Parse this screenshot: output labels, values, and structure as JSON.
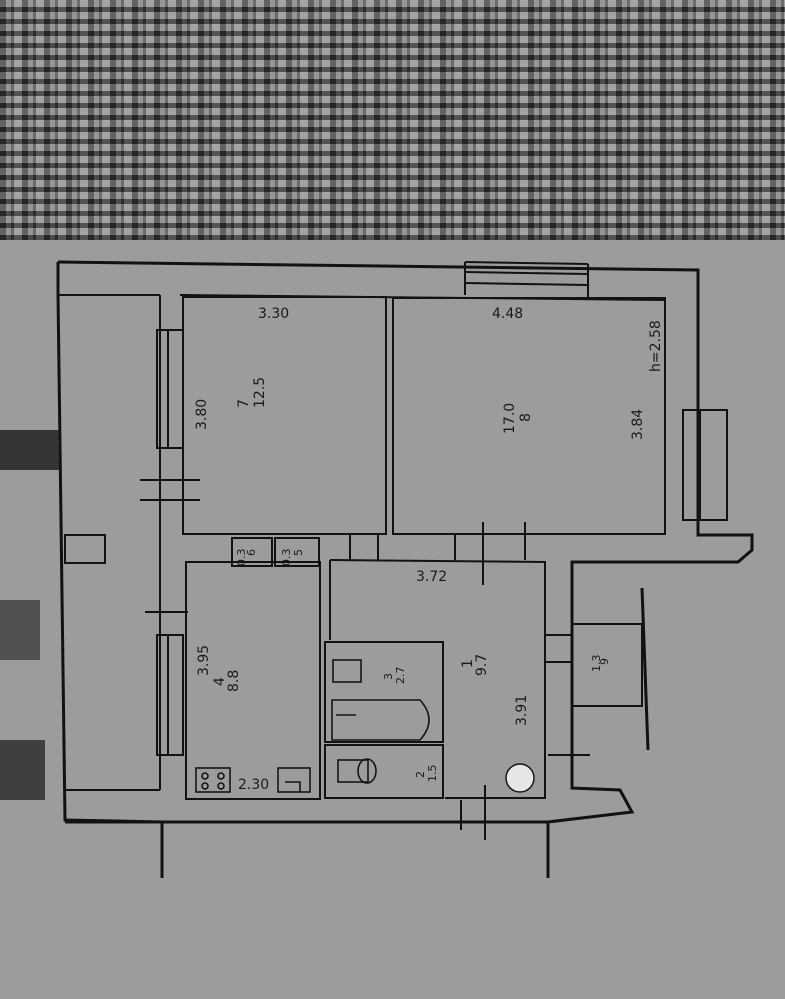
{
  "plan": {
    "height_note": "h=2.58",
    "rooms": [
      {
        "number": "7",
        "area": "12.5",
        "width": "3.30",
        "length": "3.80"
      },
      {
        "number": "8",
        "area": "17.0",
        "width": "4.48",
        "length": "3.84"
      },
      {
        "number": "4",
        "area": "8.8",
        "width": "2.30",
        "length": "3.95"
      },
      {
        "number": "1",
        "area": "9.7",
        "width": "3.72",
        "length": "3.91"
      },
      {
        "number": "3",
        "area": "2.7"
      },
      {
        "number": "2",
        "area": "1.5"
      },
      {
        "number": "9",
        "area": "1.3"
      }
    ],
    "closets": [
      {
        "number": "6",
        "area": "0.3"
      },
      {
        "number": "5",
        "area": "0.3"
      }
    ]
  }
}
